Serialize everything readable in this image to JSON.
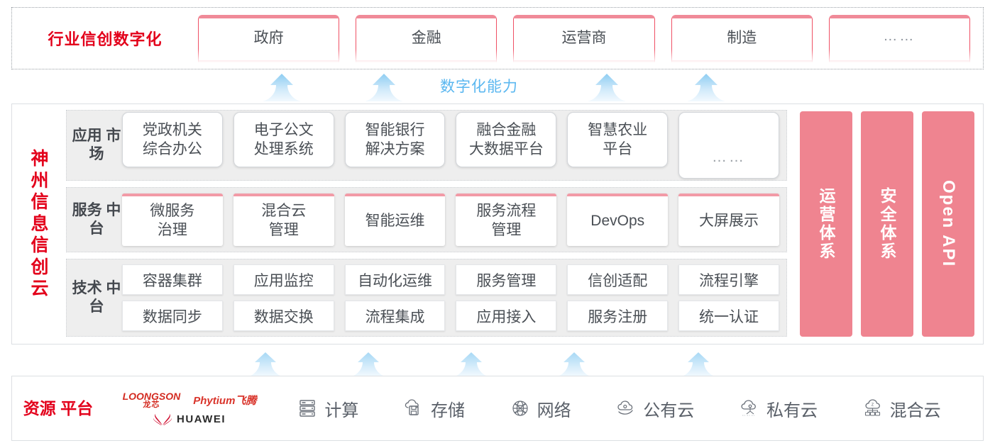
{
  "industry": {
    "title": "行业信创数字化",
    "cards": [
      {
        "label": "政府",
        "name": "industry-card-government"
      },
      {
        "label": "金融",
        "name": "industry-card-finance"
      },
      {
        "label": "运营商",
        "name": "industry-card-carrier"
      },
      {
        "label": "制造",
        "name": "industry-card-manufacturing"
      },
      {
        "label": "……",
        "name": "industry-card-more"
      }
    ]
  },
  "capability_label": "数字化能力",
  "cloud": {
    "title": "神州信息信创云",
    "rows": [
      {
        "label": "应用\n市场",
        "cards": [
          "党政机关\n综合办公",
          "电子公文\n处理系统",
          "智能银行\n解决方案",
          "融合金融\n大数据平台",
          "智慧农业\n平台",
          "……"
        ]
      },
      {
        "label": "服务\n中台",
        "cards": [
          "微服务\n治理",
          "混合云\n管理",
          "智能运维",
          "服务流程\n管理",
          "DevOps",
          "大屏展示"
        ]
      },
      {
        "label": "技术\n中台",
        "cards_row1": [
          "容器集群",
          "应用监控",
          "自动化运维",
          "服务管理",
          "信创适配",
          "流程引擎"
        ],
        "cards_row2": [
          "数据同步",
          "数据交换",
          "流程集成",
          "应用接入",
          "服务注册",
          "统一认证"
        ]
      }
    ],
    "pillars": [
      {
        "label": "运营体系",
        "name": "pillar-operations"
      },
      {
        "label": "安全体系",
        "name": "pillar-security"
      },
      {
        "label": "Open API",
        "name": "pillar-open-api"
      }
    ]
  },
  "resource": {
    "title": "资源\n平台",
    "vendors": [
      {
        "en": "LOONGSON",
        "cn": "龙芯",
        "name": "loongson-logo"
      },
      {
        "text": "Phytium飞腾",
        "name": "phytium-logo"
      },
      {
        "text": "HUAWEI",
        "name": "huawei-logo"
      }
    ],
    "items": [
      {
        "label": "计算",
        "icon": "server-icon"
      },
      {
        "label": "存储",
        "icon": "cloud-storage-icon"
      },
      {
        "label": "网络",
        "icon": "network-icon"
      },
      {
        "label": "公有云",
        "icon": "public-cloud-icon"
      },
      {
        "label": "私有云",
        "icon": "private-cloud-icon"
      },
      {
        "label": "混合云",
        "icon": "hybrid-cloud-icon"
      }
    ]
  },
  "colors": {
    "brand_red": "#e3001b",
    "card_red": "#ef5064",
    "pillar_pink": "#ef8490",
    "capability_blue": "#5ab7f0",
    "row_gray": "#eeeeee"
  }
}
